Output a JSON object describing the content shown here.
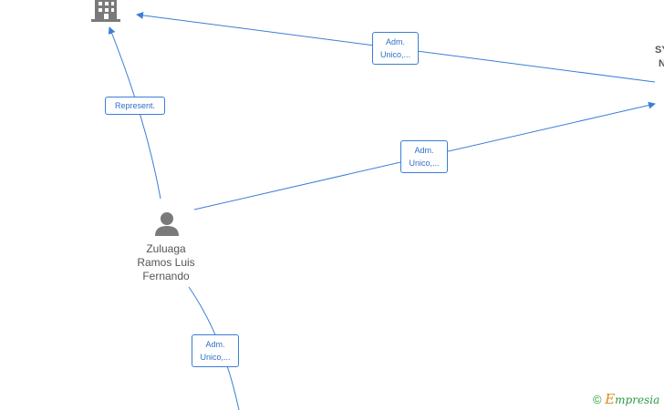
{
  "nodes": {
    "company_top": {
      "icon": "building-icon"
    },
    "person": {
      "icon": "person-icon",
      "name_lines": [
        "Zuluaga",
        "Ramos Luis",
        "Fernando"
      ]
    },
    "company_right": {
      "label_lines": [
        "SY",
        "N"
      ]
    }
  },
  "edges": [
    {
      "id": "e1",
      "label_lines": [
        "Adm.",
        "Unico,..."
      ]
    },
    {
      "id": "e2",
      "label_lines": [
        "Represent."
      ]
    },
    {
      "id": "e3",
      "label_lines": [
        "Adm.",
        "Unico,..."
      ]
    },
    {
      "id": "e4",
      "label_lines": [
        "Adm.",
        "Unico,..."
      ]
    }
  ],
  "footer": {
    "copyright_symbol": "©",
    "brand_initial": "E",
    "brand_rest": "mpresia"
  },
  "colors": {
    "edge": "#3b7dd8",
    "node_icon": "#7a7a7a",
    "text": "#555555"
  }
}
